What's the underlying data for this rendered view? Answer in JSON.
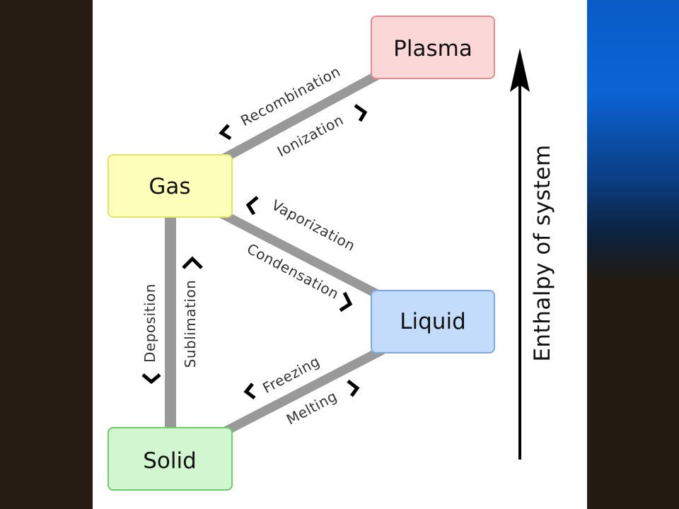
{
  "states": {
    "plasma": {
      "label": "Plasma",
      "fill": "#fcd7d7",
      "stroke": "#e18c8c"
    },
    "gas": {
      "label": "Gas",
      "fill": "#feffb9",
      "stroke": "#e3e36b"
    },
    "liquid": {
      "label": "Liquid",
      "fill": "#c3dcfb",
      "stroke": "#7fa8e0"
    },
    "solid": {
      "label": "Solid",
      "fill": "#d2f7d0",
      "stroke": "#6ccd6a"
    }
  },
  "transitions": {
    "recombination": "Recombination",
    "ionization": "Ionization",
    "vaporization": "Vaporization",
    "condensation": "Condensation",
    "deposition": "Deposition",
    "sublimation": "Sublimation",
    "freezing": "Freezing",
    "melting": "Melting"
  },
  "axis": {
    "label": "Enthalpy of system"
  },
  "colors": {
    "connector": "#999999",
    "arrow": "#000000",
    "side_panel": "#261c13",
    "accent_blue": "#0b63d4"
  }
}
